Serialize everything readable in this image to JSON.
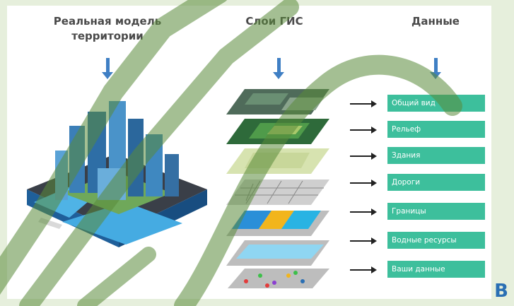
{
  "headings": {
    "model": [
      "Реальная модель",
      "территории"
    ],
    "layers": "Слои ГИС",
    "data": "Данные"
  },
  "layers": [
    {
      "label": "Общий вид",
      "icon": "aerial-photo-layer"
    },
    {
      "label": "Рельеф",
      "icon": "relief-layer"
    },
    {
      "label": "Здания",
      "icon": "buildings-layer"
    },
    {
      "label": "Дороги",
      "icon": "roads-grid-layer"
    },
    {
      "label": "Границы",
      "icon": "boundaries-layer",
      "colors": [
        "#2a8fd8",
        "#f2b51c",
        "#29b3e3"
      ]
    },
    {
      "label": "Водные ресурсы",
      "icon": "water-layer",
      "colors": [
        "#8fd6f2"
      ]
    },
    {
      "label": "Ваши данные",
      "icon": "points-layer",
      "colors": [
        "#e23c3c",
        "#3dbf4a",
        "#8b3fd1",
        "#f2b51c",
        "#2a6fb4"
      ]
    }
  ],
  "corner_letter": "В",
  "colors": {
    "accent_blue": "#3f7fc4",
    "teal": "#3dbf9c",
    "background_green": "#e6efdc",
    "watermark": "#5a8a3a"
  }
}
